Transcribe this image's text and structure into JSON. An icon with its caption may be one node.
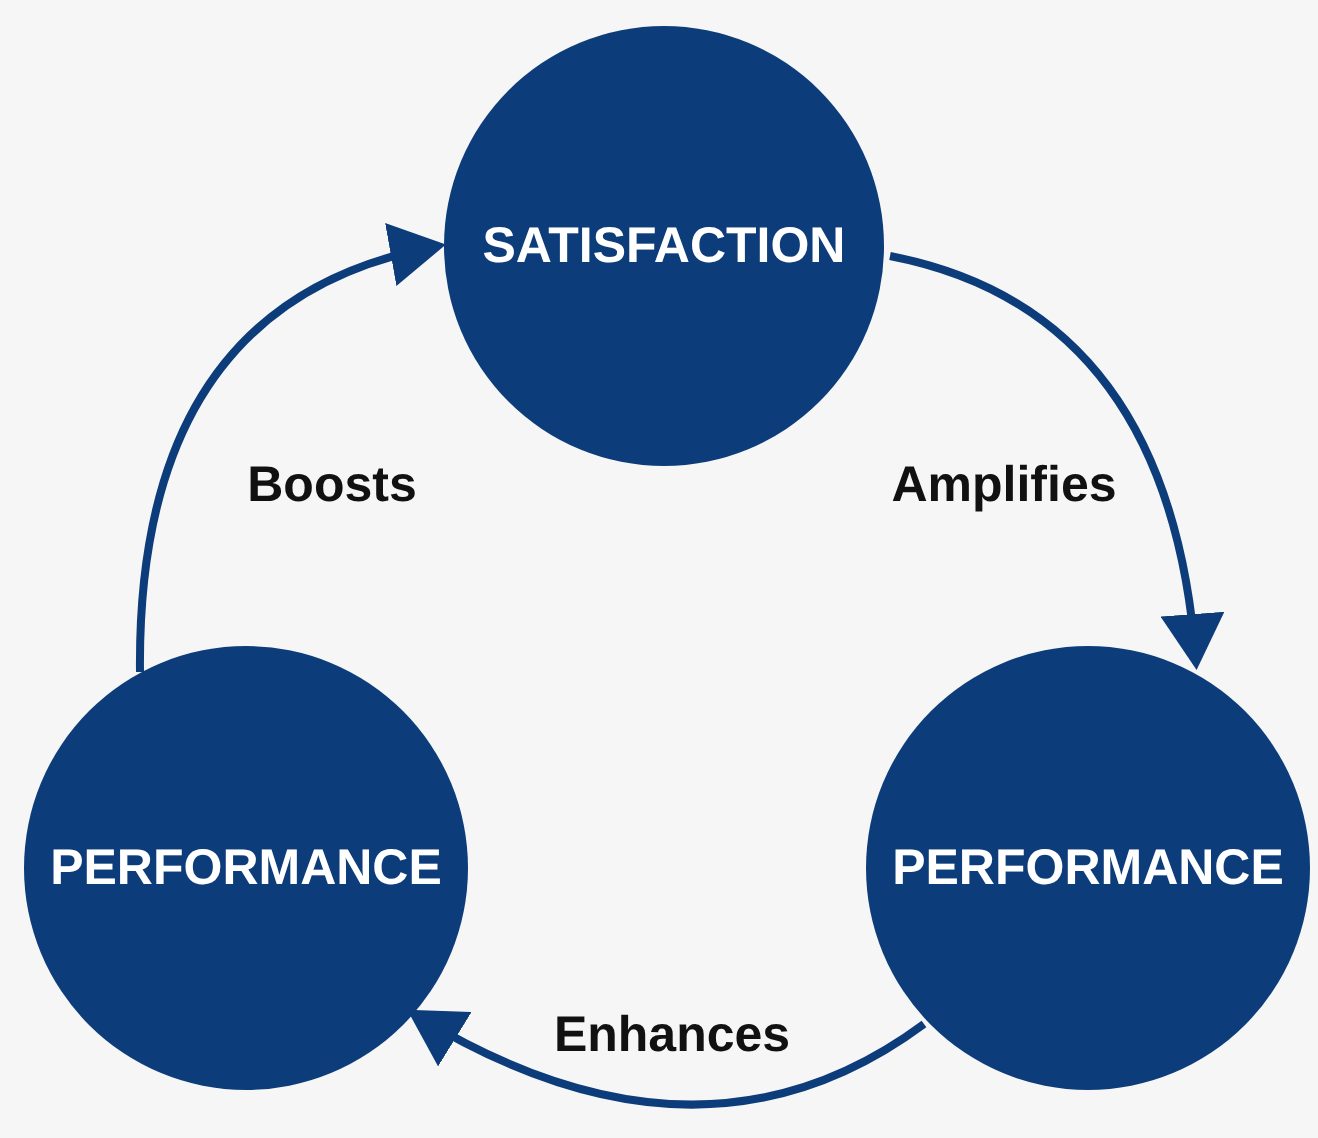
{
  "diagram": {
    "nodes": [
      {
        "text": [
          "SATISFACTION"
        ]
      },
      {
        "text": [
          "PERFORMANCE"
        ]
      },
      {
        "text": [
          "PERFORMANCE"
        ]
      }
    ],
    "edges": [
      {
        "from": 0,
        "to": 2,
        "arrow": "to",
        "label": "Amplifies"
      },
      {
        "from": 2,
        "to": 1,
        "arrow": "to",
        "label": "Enhances"
      },
      {
        "from": 1,
        "to": 0,
        "arrow": "to",
        "label": "Boosts"
      }
    ]
  }
}
